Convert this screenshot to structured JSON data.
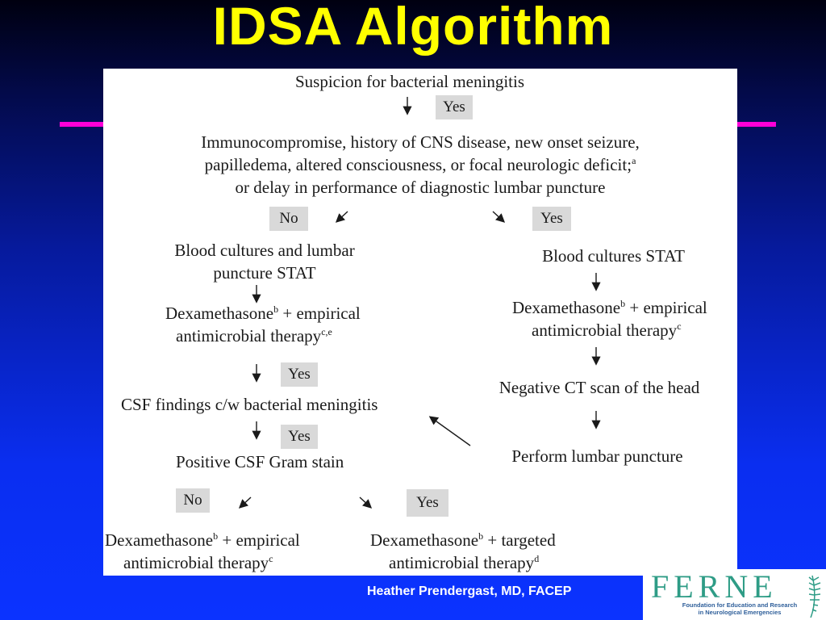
{
  "title": "IDSA Algorithm",
  "flow": {
    "start": "Suspicion for bacterial meningitis",
    "yes_1": "Yes",
    "criteria": {
      "line1": "Immunocompromise, history of CNS disease, new onset seizure,",
      "line2": "papilledema, altered consciousness, or focal neurologic deficit;",
      "line2_sup": "a",
      "line3": "or delay in performance of diagnostic lumbar puncture"
    },
    "no_branch_label": "No",
    "yes_branch_label": "Yes",
    "left": {
      "step1_line1": "Blood cultures and lumbar",
      "step1_line2": "puncture STAT",
      "dex_line1_a": "Dexamethasone",
      "dex_line1_sup": "b",
      "dex_line1_b": " + empirical",
      "dex_line2": "antimicrobial therapy",
      "dex_line2_sup": "c,e",
      "yes_a": "Yes",
      "csf_findings": "CSF findings c/w bacterial meningitis",
      "yes_b": "Yes",
      "gram_stain": "Positive CSF Gram stain"
    },
    "right": {
      "step1": "Blood cultures STAT",
      "dex_line1_a": "Dexamethasone",
      "dex_line1_sup": "b",
      "dex_line1_b": " + empirical",
      "dex_line2": "antimicrobial therapy",
      "dex_line2_sup": "c",
      "ct": "Negative CT scan of the head",
      "lp": "Perform lumbar puncture"
    },
    "bottom": {
      "no_label": "No",
      "yes_label": "Yes",
      "no_line1_a": "Dexamethasone",
      "no_line1_sup": "b",
      "no_line1_b": " + empirical",
      "no_line2": "antimicrobial therapy",
      "no_line2_sup": "c",
      "yes_line1_a": "Dexamethasone",
      "yes_line1_sup": "b",
      "yes_line1_b": " + targeted",
      "yes_line2": "antimicrobial therapy",
      "yes_line2_sup": "d"
    }
  },
  "footer": "Heather Prendergast, MD, FACEP",
  "logo": {
    "wordmark": "FERNE",
    "line1": "Foundation for Education and Research",
    "line2": "in Neurological Emergencies"
  },
  "colors": {
    "title": "#ffff00",
    "rule": "#ff00d8",
    "label_box": "#d9d9d9",
    "logo_green": "#2e9c86"
  }
}
